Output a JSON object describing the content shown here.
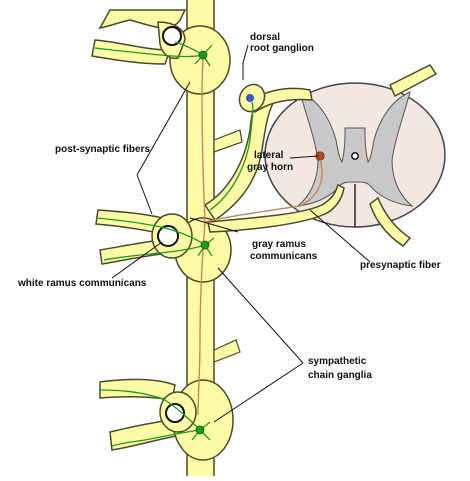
{
  "labels": {
    "dorsal": "dorsal",
    "root_ganglion": "root ganglion",
    "post_synaptic_fibers": "post-synaptic fibers",
    "lateral": "lateral",
    "gray_horn": "gray horn",
    "gray_ramus": "gray ramus",
    "communicans": "communicans",
    "presynaptic_fiber": "presynaptic fiber",
    "white_ramus_communicans": "white ramus communicans",
    "sympathetic": "sympathetic",
    "chain_ganglia": "chain ganglia"
  },
  "colors": {
    "nerve_fill": "#fdfba6",
    "nerve_outline": "#4a4a2a",
    "gray_matter": "#c8c8c8",
    "white_matter": "#f3e7e2",
    "sympathetic_neuron": "#1a9e1a",
    "presynaptic_fiber": "#c8875a",
    "dorsal_neuron": "#3a5bd0",
    "lateral_horn_neuron": "#b84a1c"
  }
}
